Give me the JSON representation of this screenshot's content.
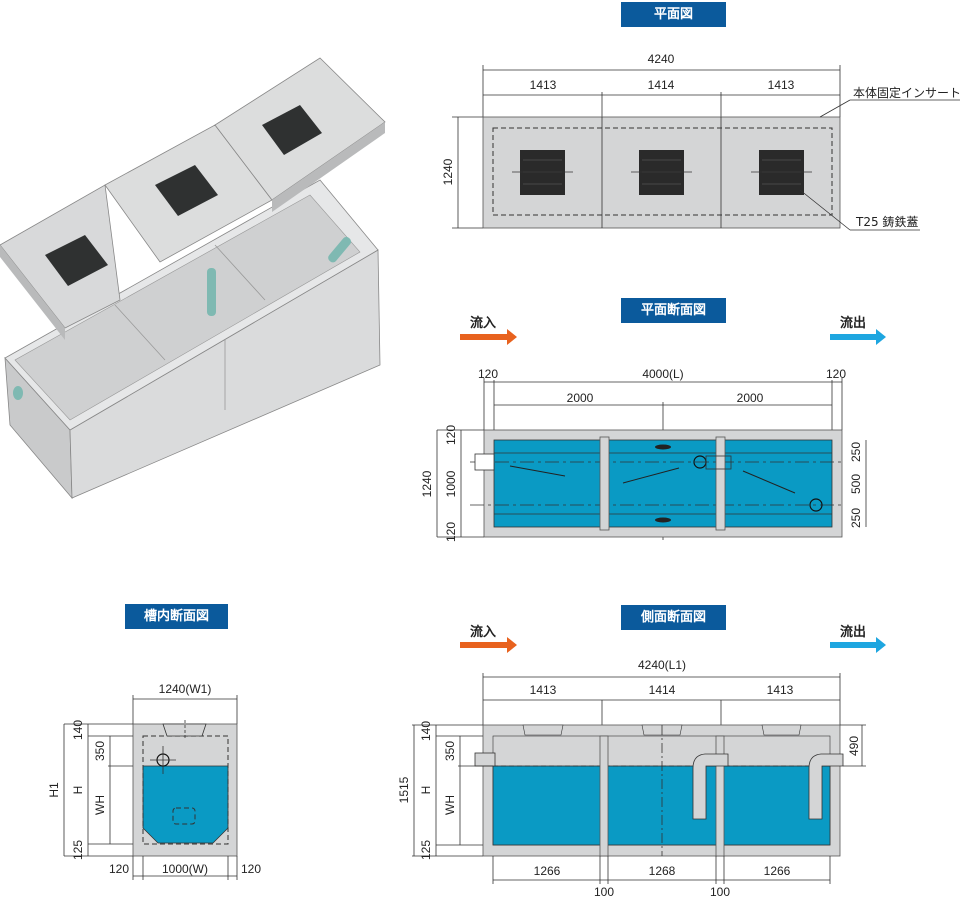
{
  "colors": {
    "badge": "#0b5a9c",
    "water": "#0a9ac4",
    "concrete": "#d4d5d6",
    "inflow": "#e8621e",
    "outflow": "#1ea6e0"
  },
  "plan": {
    "title": "平面図",
    "total": "4240",
    "segments": [
      "1413",
      "1414",
      "1413"
    ],
    "height": "1240",
    "insert_label": "本体固定インサート",
    "cover_label": "T25 鋳鉄蓋"
  },
  "plan_section": {
    "title": "平面断面図",
    "inflow": "流入",
    "outflow": "流出",
    "top": [
      "120",
      "4000(L)",
      "120"
    ],
    "halves": [
      "2000",
      "2000"
    ],
    "left": {
      "total": "1240",
      "parts": [
        "120",
        "1000",
        "120"
      ]
    },
    "right": [
      "250",
      "500",
      "250"
    ]
  },
  "cross_section": {
    "title": "槽内断面図",
    "width": "1240(W1)",
    "bottom": [
      "120",
      "1000(W)",
      "120"
    ],
    "left_outer": "H1",
    "left_mid": [
      "140",
      "H",
      "125"
    ],
    "left_inner": [
      "350",
      "WH"
    ]
  },
  "side_section": {
    "title": "側面断面図",
    "inflow": "流入",
    "outflow": "流出",
    "total": "4240(L1)",
    "segments": [
      "1413",
      "1414",
      "1413"
    ],
    "bottom": [
      "1266",
      "1268",
      "1266"
    ],
    "walls": [
      "100",
      "100"
    ],
    "left_outer": "1515",
    "left_mid": [
      "140",
      "H",
      "125"
    ],
    "left_inner": [
      "350",
      "WH"
    ],
    "right": "490"
  }
}
